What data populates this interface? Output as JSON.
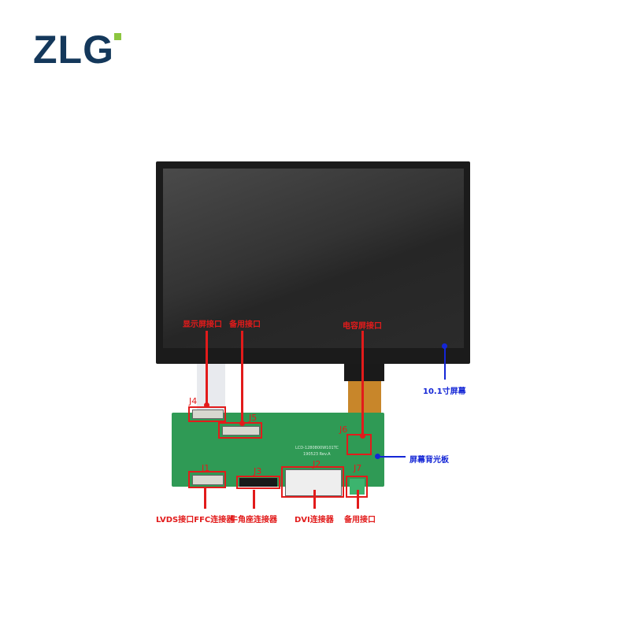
{
  "logo": {
    "text": "ZLG",
    "accent": "#8cc63f",
    "color": "#14385b"
  },
  "labels": {
    "display_port": "显示屏接口",
    "spare_port_top": "备用接口",
    "touch_port": "电容屏接口",
    "screen": "10.1寸屏幕",
    "backlight_board": "屏幕背光板",
    "lvds_ffc": "LVDS接口FFC连接器",
    "idc": "牛角座连接器",
    "dvi": "DVI连接器",
    "spare_port_bottom": "备用接口"
  },
  "connectors": {
    "j1": "J1",
    "j2": "J2",
    "j3": "J3",
    "j4": "J4",
    "j5": "J5",
    "j6": "J6",
    "j7": "J7"
  },
  "board_text": {
    "model": "LCD-1280800W101TC",
    "rev": "190523 Rev.A"
  },
  "colors": {
    "annotation_red": "#e21b1b",
    "annotation_blue": "#1426d6",
    "board": "#2f9a55"
  }
}
